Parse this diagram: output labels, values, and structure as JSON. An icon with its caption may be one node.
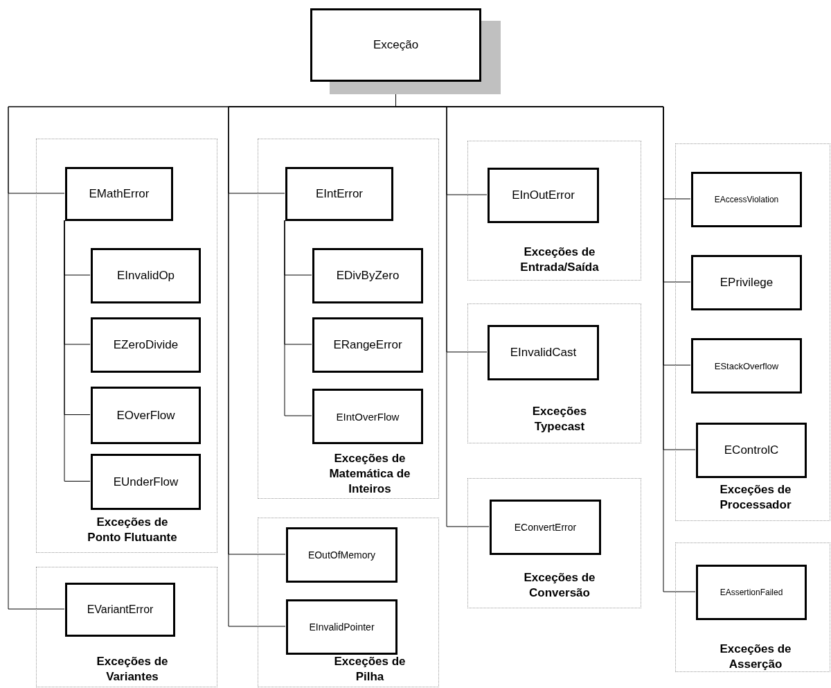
{
  "diagram": {
    "nodes": [
      {
        "text": [
          "Exceção"
        ]
      },
      {
        "text": [
          "Exceções de Ponto Flutuante"
        ]
      },
      {
        "text": [
          "EMathError"
        ],
        "in": 1
      },
      {
        "text": [
          "EInvalidOp"
        ],
        "in": 1
      },
      {
        "text": [
          "EZeroDivide"
        ],
        "in": 1
      },
      {
        "text": [
          "EOverFlow"
        ],
        "in": 1
      },
      {
        "text": [
          "EUnderFlow"
        ],
        "in": 1
      },
      {
        "text": [
          "Exceções de Variantes"
        ]
      },
      {
        "text": [
          "EVariantError"
        ],
        "in": 7
      },
      {
        "text": [
          "Exceções de Matemática de Inteiros"
        ]
      },
      {
        "text": [
          "EIntError"
        ],
        "in": 9
      },
      {
        "text": [
          "EDivByZero"
        ],
        "in": 9
      },
      {
        "text": [
          "ERangeError"
        ],
        "in": 9
      },
      {
        "text": [
          "EIntOverFlow"
        ],
        "in": 9
      },
      {
        "text": [
          "Exceções de Pilha"
        ]
      },
      {
        "text": [
          "EOutOfMemory"
        ],
        "in": 14
      },
      {
        "text": [
          "EInvalidPointer"
        ],
        "in": 14
      },
      {
        "text": [
          "Exceções de Entrada/Saída"
        ]
      },
      {
        "text": [
          "EInOutError"
        ],
        "in": 17
      },
      {
        "text": [
          "Exceções Typecast"
        ]
      },
      {
        "text": [
          "EInvalidCast"
        ],
        "in": 19
      },
      {
        "text": [
          "Exceções de Conversão"
        ]
      },
      {
        "text": [
          "EConvertError"
        ],
        "in": 21
      },
      {
        "text": [
          "Exceções de Processador"
        ]
      },
      {
        "text": [
          "EAccessViolation"
        ],
        "in": 23
      },
      {
        "text": [
          "EPrivilege"
        ],
        "in": 23
      },
      {
        "text": [
          "EStackOverflow"
        ],
        "in": 23
      },
      {
        "text": [
          "EControlC"
        ],
        "in": 23
      },
      {
        "text": [
          "Exceções de Asserção"
        ]
      },
      {
        "text": [
          "EAssertionFailed"
        ],
        "in": 28
      }
    ],
    "edges": [
      {
        "from": 0,
        "to": 2,
        "arrow": "none"
      },
      {
        "from": 0,
        "to": 8,
        "arrow": "none"
      },
      {
        "from": 0,
        "to": 10,
        "arrow": "none"
      },
      {
        "from": 0,
        "to": 15,
        "arrow": "none"
      },
      {
        "from": 0,
        "to": 16,
        "arrow": "none"
      },
      {
        "from": 0,
        "to": 18,
        "arrow": "none"
      },
      {
        "from": 0,
        "to": 20,
        "arrow": "none"
      },
      {
        "from": 0,
        "to": 22,
        "arrow": "none"
      },
      {
        "from": 0,
        "to": 24,
        "arrow": "none"
      },
      {
        "from": 0,
        "to": 25,
        "arrow": "none"
      },
      {
        "from": 0,
        "to": 26,
        "arrow": "none"
      },
      {
        "from": 0,
        "to": 27,
        "arrow": "none"
      },
      {
        "from": 0,
        "to": 29,
        "arrow": "none"
      },
      {
        "from": 2,
        "to": 3,
        "arrow": "none"
      },
      {
        "from": 2,
        "to": 4,
        "arrow": "none"
      },
      {
        "from": 2,
        "to": 5,
        "arrow": "none"
      },
      {
        "from": 2,
        "to": 6,
        "arrow": "none"
      },
      {
        "from": 10,
        "to": 11,
        "arrow": "none"
      },
      {
        "from": 10,
        "to": 12,
        "arrow": "none"
      },
      {
        "from": 10,
        "to": 13,
        "arrow": "none"
      }
    ]
  }
}
